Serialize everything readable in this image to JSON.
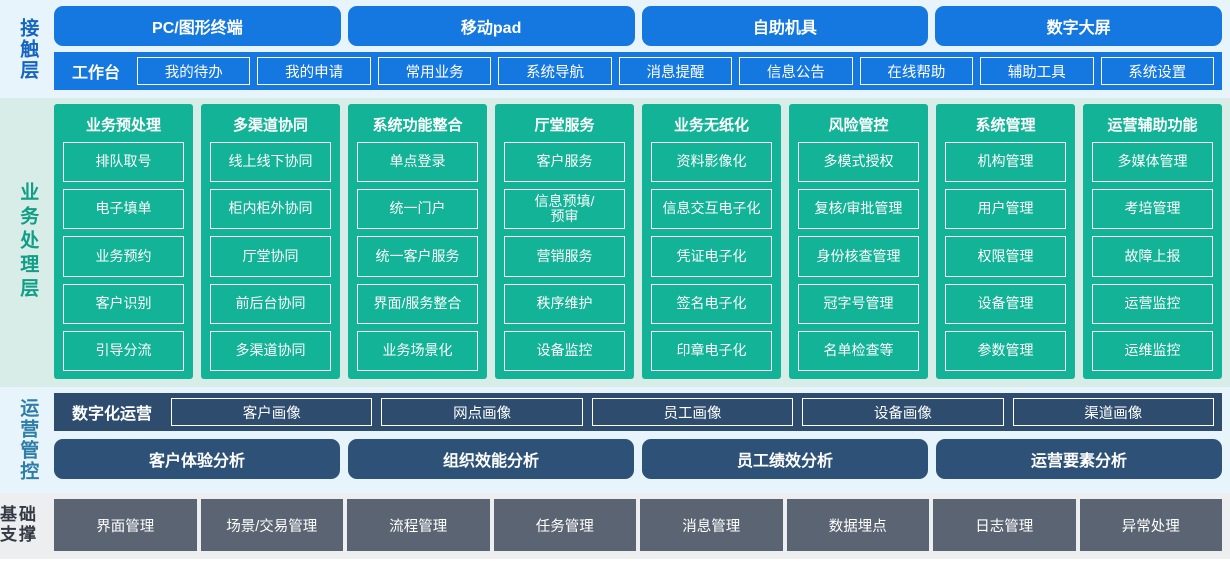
{
  "layers": {
    "contact": {
      "label": "接触层",
      "channels": [
        "PC/图形终端",
        "移动pad",
        "自助机具",
        "数字大屏"
      ],
      "workbench_title": "工作台",
      "workbench_items": [
        "我的待办",
        "我的申请",
        "常用业务",
        "系统导航",
        "消息提醒",
        "信息公告",
        "在线帮助",
        "辅助工具",
        "系统设置"
      ]
    },
    "business": {
      "label": "业务处理层",
      "columns": [
        {
          "title": "业务预处理",
          "items": [
            "排队取号",
            "电子填单",
            "业务预约",
            "客户识别",
            "引导分流"
          ]
        },
        {
          "title": "多渠道协同",
          "items": [
            "线上线下协同",
            "柜内柜外协同",
            "厅堂协同",
            "前后台协同",
            "多渠道协同"
          ]
        },
        {
          "title": "系统功能整合",
          "items": [
            "单点登录",
            "统一门户",
            "统一客户服务",
            "界面/服务整合",
            "业务场景化"
          ]
        },
        {
          "title": "厅堂服务",
          "items": [
            "客户服务",
            "信息预填/\n预审",
            "营销服务",
            "秩序维护",
            "设备监控"
          ]
        },
        {
          "title": "业务无纸化",
          "items": [
            "资料影像化",
            "信息交互电子化",
            "凭证电子化",
            "签名电子化",
            "印章电子化"
          ]
        },
        {
          "title": "风险管控",
          "items": [
            "多模式授权",
            "复核/审批管理",
            "身份核查管理",
            "冠字号管理",
            "名单检查等"
          ]
        },
        {
          "title": "系统管理",
          "items": [
            "机构管理",
            "用户管理",
            "权限管理",
            "设备管理",
            "参数管理"
          ]
        },
        {
          "title": "运营辅助功能",
          "items": [
            "多媒体管理",
            "考培管理",
            "故障上报",
            "运营监控",
            "运维监控"
          ]
        }
      ]
    },
    "operations": {
      "label": "运营管控",
      "digital_title": "数字化运营",
      "portraits": [
        "客户画像",
        "网点画像",
        "员工画像",
        "设备画像",
        "渠道画像"
      ],
      "analyses": [
        "客户体验分析",
        "组织效能分析",
        "员工绩效分析",
        "运营要素分析"
      ]
    },
    "foundation": {
      "label": "基础\n支撑",
      "items": [
        "界面管理",
        "场景/交易管理",
        "流程管理",
        "任务管理",
        "消息管理",
        "数据埋点",
        "日志管理",
        "异常处理"
      ]
    }
  },
  "colors": {
    "contact_accent": "#1478e0",
    "business_accent": "#12b396",
    "operations_accent": "#2e4d6e",
    "analysis_accent": "#2e5277",
    "foundation_accent": "#5a6472"
  }
}
